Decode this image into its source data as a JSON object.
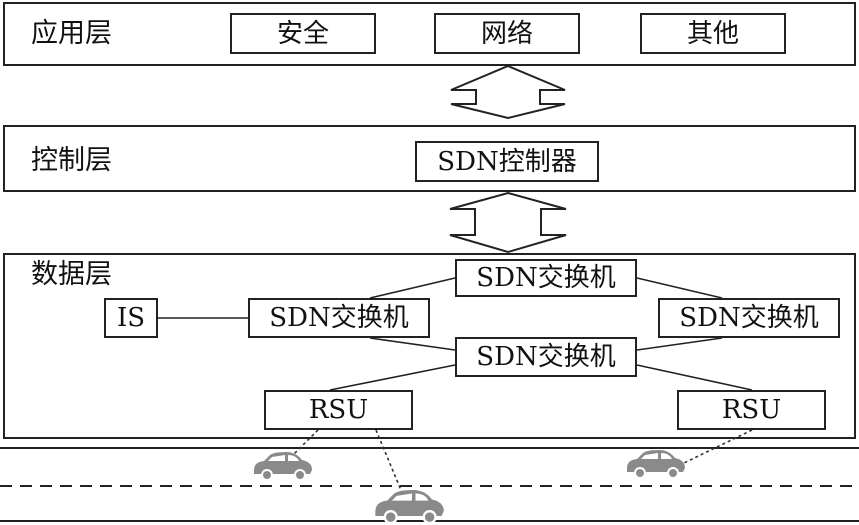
{
  "layers": {
    "application": {
      "label": "应用层",
      "modules": [
        "安全",
        "网络",
        "其他"
      ]
    },
    "control": {
      "label": "控制层",
      "controller": "SDN控制器"
    },
    "data": {
      "label": "数据层",
      "switch_label": "SDN交换机",
      "is_label": "IS",
      "rsu_label": "RSU"
    }
  },
  "colors": {
    "line": "#222222",
    "car": "#8a8a8a"
  },
  "icons": [
    "double-arrow-icon",
    "car-icon"
  ]
}
